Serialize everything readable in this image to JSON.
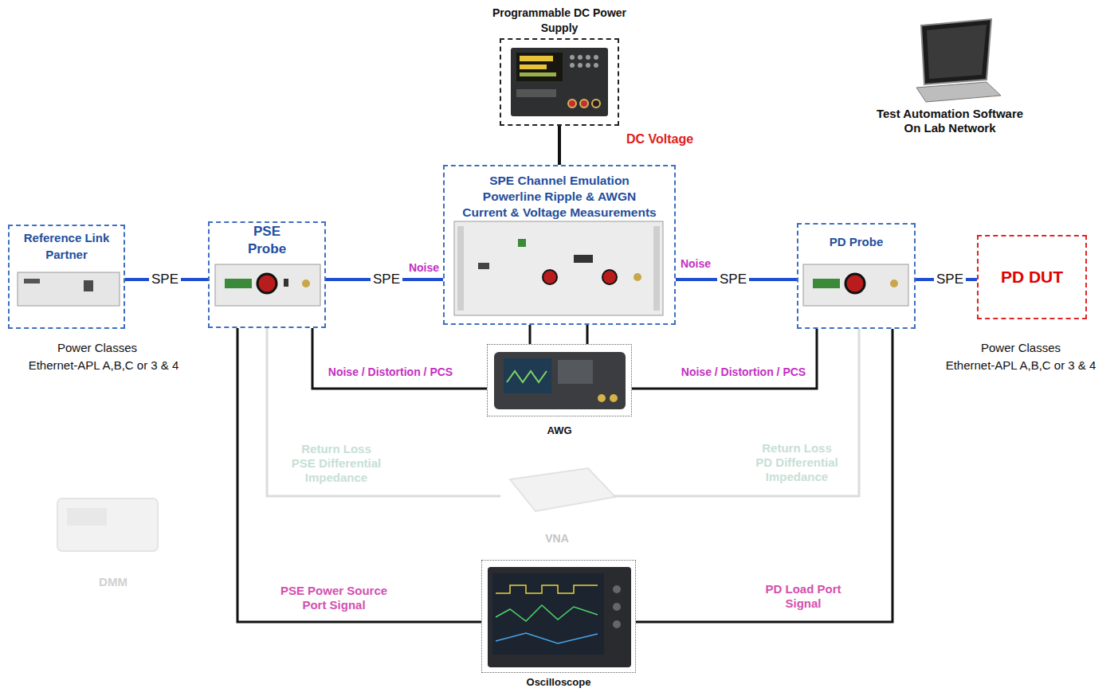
{
  "diagram": {
    "nodes": [
      {
        "text": [
          "Programmable DC Power Supply"
        ]
      },
      {
        "text": [
          "Reference Link Partner"
        ]
      },
      {
        "text": [
          "PSE Probe"
        ]
      },
      {
        "text": [
          "SPE Channel Emulation Powerline Ripple & AWGN Current & Voltage Measurements"
        ]
      },
      {
        "text": [
          "PD Probe"
        ]
      },
      {
        "text": [
          "PD DUT"
        ]
      },
      {
        "text": [
          "AWG"
        ]
      },
      {
        "text": [
          "VNA"
        ]
      },
      {
        "text": [
          "Oscilloscope"
        ]
      }
    ],
    "edges": [
      {
        "from": 1,
        "to": 2,
        "arrow": "none",
        "label": "SPE"
      },
      {
        "from": 2,
        "to": 3,
        "arrow": "none",
        "label": "SPE"
      },
      {
        "from": 3,
        "to": 4,
        "arrow": "none",
        "label": "SPE"
      },
      {
        "from": 4,
        "to": 5,
        "arrow": "none",
        "label": "SPE"
      },
      {
        "from": 0,
        "to": 3,
        "arrow": "none",
        "label": "DC Voltage"
      },
      {
        "from": 3,
        "to": 6,
        "arrow": "none"
      },
      {
        "from": 3,
        "to": 6,
        "arrow": "none"
      },
      {
        "from": 2,
        "to": 6,
        "arrow": "none",
        "label": "Noise / Distortion / PCS"
      },
      {
        "from": 4,
        "to": 6,
        "arrow": "none",
        "label": "Noise / Distortion / PCS"
      },
      {
        "from": 2,
        "to": 7,
        "arrow": "none",
        "label": "Return Loss PSE Differential Impedance"
      },
      {
        "from": 4,
        "to": 7,
        "arrow": "none",
        "label": "Return Loss PD Differential Impedance"
      },
      {
        "from": 2,
        "to": 8,
        "arrow": "none",
        "label": "PSE Power Source Port Signal"
      },
      {
        "from": 4,
        "to": 8,
        "arrow": "none",
        "label": "PD Load Port Signal"
      }
    ],
    "labels": [
      "Power Classes",
      "Ethernet-APL A,B,C or 3 & 4",
      "Noise",
      "Noise",
      "Power Classes",
      "Ethernet-APL A,B,C or 3 & 4",
      "Test Automation Software On Lab Network",
      "DMM"
    ]
  }
}
